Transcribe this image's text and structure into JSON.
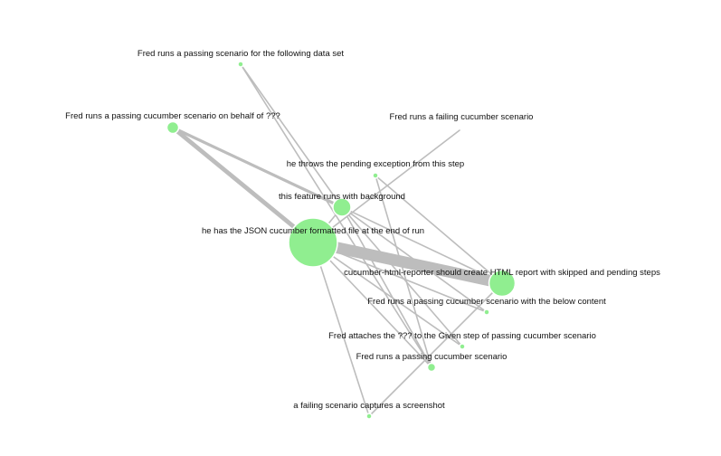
{
  "graph": {
    "node_color": "#90ee90",
    "edge_color": "#bdbdbd",
    "nodes": [
      {
        "id": "n1",
        "label": "Fred runs a passing scenario for the following data set",
        "weight": 1
      },
      {
        "id": "n2",
        "label": "Fred runs a passing cucumber scenario on behalf of ???",
        "weight": 3
      },
      {
        "id": "n3",
        "label": "Fred runs a failing cucumber scenario",
        "weight": 0
      },
      {
        "id": "n4",
        "label": "he throws the pending exception from this step",
        "weight": 1
      },
      {
        "id": "n5",
        "label": "this feature runs with background",
        "weight": 5
      },
      {
        "id": "n6",
        "label": "he has the JSON cucumber formatted file at the end of run",
        "weight": 20
      },
      {
        "id": "n7",
        "label": "cucumber-html-reporter should create HTML report with skipped and pending steps",
        "weight": 8
      },
      {
        "id": "n8",
        "label": "Fred runs a passing cucumber scenario with the below content",
        "weight": 1
      },
      {
        "id": "n9",
        "label": "Fred attaches the ??? to the Given step of passing cucumber scenario",
        "weight": 1
      },
      {
        "id": "n10",
        "label": "Fred runs a passing cucumber scenario",
        "weight": 2
      },
      {
        "id": "n11",
        "label": "a failing scenario captures a screenshot",
        "weight": 1
      }
    ],
    "edges": [
      {
        "source": "n6",
        "target": "n7",
        "weight": 8
      },
      {
        "source": "n2",
        "target": "n6",
        "weight": 3
      },
      {
        "source": "n2",
        "target": "n5",
        "weight": 2
      },
      {
        "source": "n1",
        "target": "n10",
        "weight": 1
      },
      {
        "source": "n1",
        "target": "n5",
        "weight": 1
      },
      {
        "source": "n3",
        "target": "n6",
        "weight": 1
      },
      {
        "source": "n5",
        "target": "n6",
        "weight": 1
      },
      {
        "source": "n5",
        "target": "n7",
        "weight": 1
      },
      {
        "source": "n5",
        "target": "n8",
        "weight": 1
      },
      {
        "source": "n5",
        "target": "n10",
        "weight": 1
      },
      {
        "source": "n5",
        "target": "n9",
        "weight": 1
      },
      {
        "source": "n4",
        "target": "n7",
        "weight": 1
      },
      {
        "source": "n4",
        "target": "n10",
        "weight": 1
      },
      {
        "source": "n6",
        "target": "n11",
        "weight": 1
      },
      {
        "source": "n6",
        "target": "n9",
        "weight": 1
      },
      {
        "source": "n6",
        "target": "n10",
        "weight": 1
      },
      {
        "source": "n6",
        "target": "n8",
        "weight": 1
      },
      {
        "source": "n7",
        "target": "n11",
        "weight": 1
      }
    ]
  }
}
